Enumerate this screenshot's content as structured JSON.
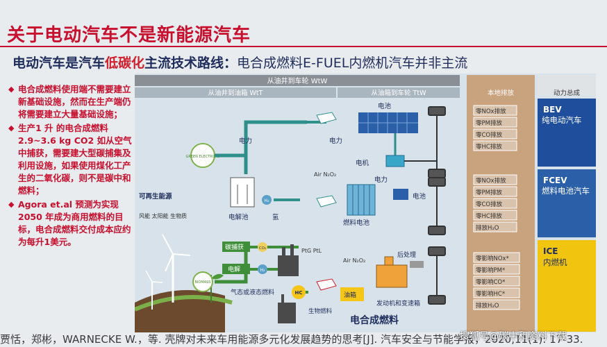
{
  "slide": {
    "title": "关于电动汽车不是新能源汽车",
    "subtitle_main": "电动汽车是汽车",
    "subtitle_emph": "低碳化",
    "subtitle_main2": "主流技术路线：",
    "subtitle_rest": "电合成燃料E-FUEL内燃机汽车并非主流"
  },
  "bullets": [
    "电合成燃料使用端不需要建立新基础设施，然而在生产端仍将需要建立大量基础设施；",
    "生产1 升 的电合成燃料 2.9~3.6 kg CO2 如从空气中捕获，需要建大型碳捕集及利用设施，如果使用煤化工产生的二氧化碳，则不是碳中和燃料；",
    "Agora et.al 预测为实现2050 年成为商用燃料的目标，电合成燃料交付成本应约为每升1美元。"
  ],
  "diagram": {
    "top_header": "从油井到车轮 WtW",
    "wtt_header": "从油井到油箱 WtT",
    "ttw_header": "从油箱到车轮 TtW",
    "local_header": "本地排放",
    "power_header": "动力总成",
    "renewable": "可再生能源",
    "renewable_sub": "风能 太阳能 生物质",
    "green_label": "GREEN ELECTRONS",
    "biomass_label": "BIOMASS",
    "electricity": "电力",
    "battery": "电池",
    "motor": "电机",
    "electrolysis": "电解池",
    "hydrogen": "氢",
    "h2_symbol": "H₂",
    "fuel_cell": "燃料电池",
    "air_n2o2": "Air N₂O₂",
    "electricity2": "电力",
    "battery2": "电池",
    "carbon_capture": "碳捕获",
    "co2_symbol": "CO₂",
    "electrolysis2": "电解",
    "ptg_ptl": "PtG PtL",
    "gas_liquid_fuel": "气态或液态燃料",
    "hc_symbol": "HC",
    "biofuel": "生物燃料",
    "fuel_tank": "油箱",
    "air_n2o2_ice": "Air N₂O₂",
    "after_treatment": "后处理",
    "engine": "发动机和变速箱",
    "efuel_label": "电合成燃料",
    "bev_code": "BEV",
    "bev_name": "纯电动汽车",
    "fcev_code": "FCEV",
    "fcev_name": "燃料电池汽车",
    "ice_code": "ICE",
    "ice_name": "内燃机",
    "bev_emissions": [
      "零NOx排放",
      "零PM排放",
      "零CO排放",
      "零HC排放"
    ],
    "fcev_emissions": [
      "零NOx排放",
      "零PM排放",
      "零CO排放",
      "零HC排放",
      "排放H₂O"
    ],
    "ice_emissions": [
      "零影响NOx*",
      "零影响PM*",
      "零影响CO*",
      "零影响HC*",
      "排放H₂O"
    ]
  },
  "footer": {
    "citation": "贾恬，郑彬，WARNECKE W.，等. 壳牌对未来车用能源多元化发展趋势的思考[J]. 汽车安全与节能学报，2020,11(1): 17-33.",
    "watermark": "搜狐号@碳中和资料下载"
  },
  "colors": {
    "title_red": "#c8102e",
    "navy": "#1f2d5c",
    "teal": "#2f8f8a",
    "green": "#3f8f3a",
    "brown": "#b8916c",
    "bev_blue": "#1f4f9c",
    "ice_yellow": "#f1c40f"
  }
}
